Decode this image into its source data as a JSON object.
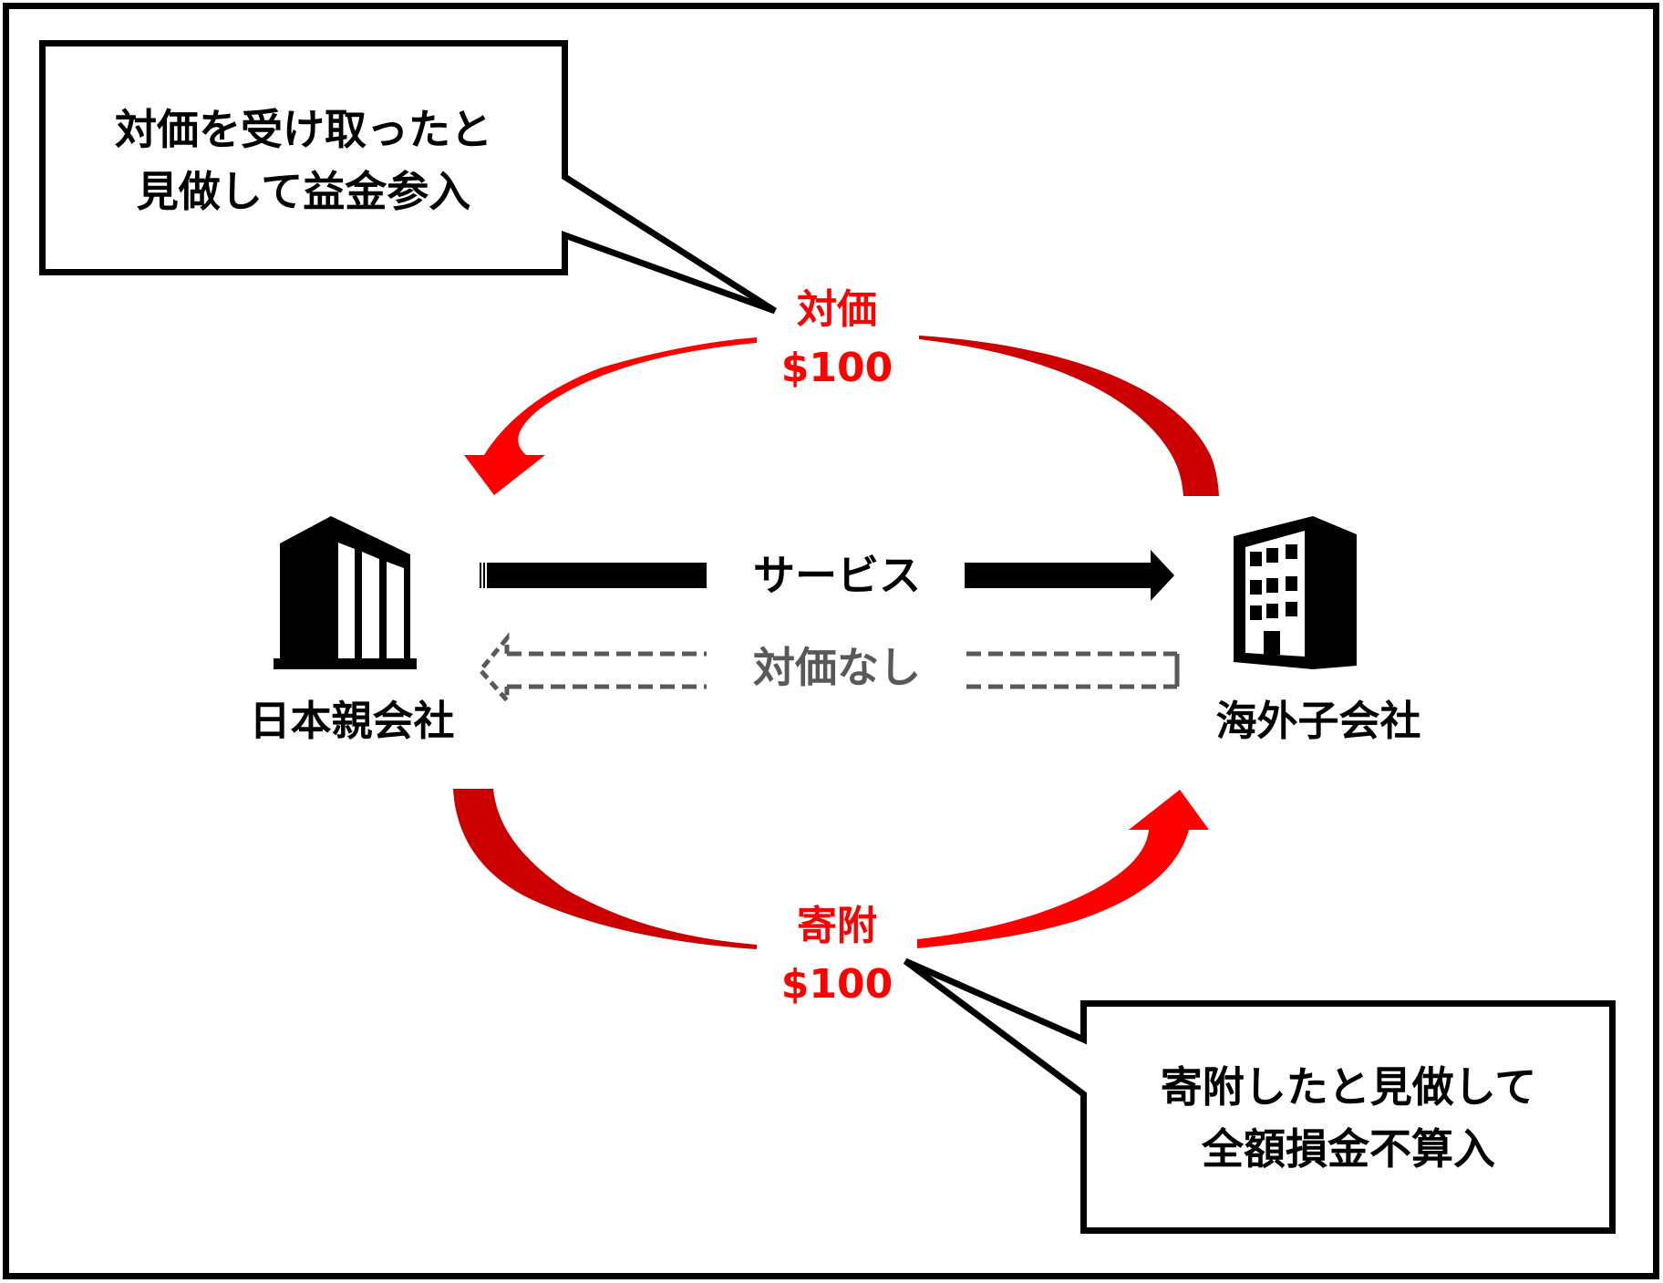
{
  "diagram": {
    "title": "",
    "parent_company": {
      "label": "日本親会社",
      "icon": "office-building-icon"
    },
    "subsidiary": {
      "label": "海外子会社",
      "icon": "apartment-building-icon"
    },
    "flows": {
      "service": {
        "label": "サービス",
        "direction": "parent-to-subsidiary",
        "style": "solid"
      },
      "no_consideration": {
        "label": "対価なし",
        "direction": "subsidiary-to-parent",
        "style": "dashed"
      },
      "deemed_consideration": {
        "label_line1": "対価",
        "label_line2": "$100",
        "direction": "subsidiary-to-parent"
      },
      "deemed_donation": {
        "label_line1": "寄附",
        "label_line2": "$100",
        "direction": "parent-to-subsidiary"
      }
    },
    "callouts": {
      "top": {
        "line1": "対価を受け取ったと",
        "line2": "見做して益金参入"
      },
      "bottom": {
        "line1": "寄附したと見做して",
        "line2": "全額損金不算入"
      }
    },
    "colors": {
      "red_bright": "#ff0000",
      "red_dark": "#cc0000",
      "gray": "#595959",
      "black": "#000000"
    }
  }
}
